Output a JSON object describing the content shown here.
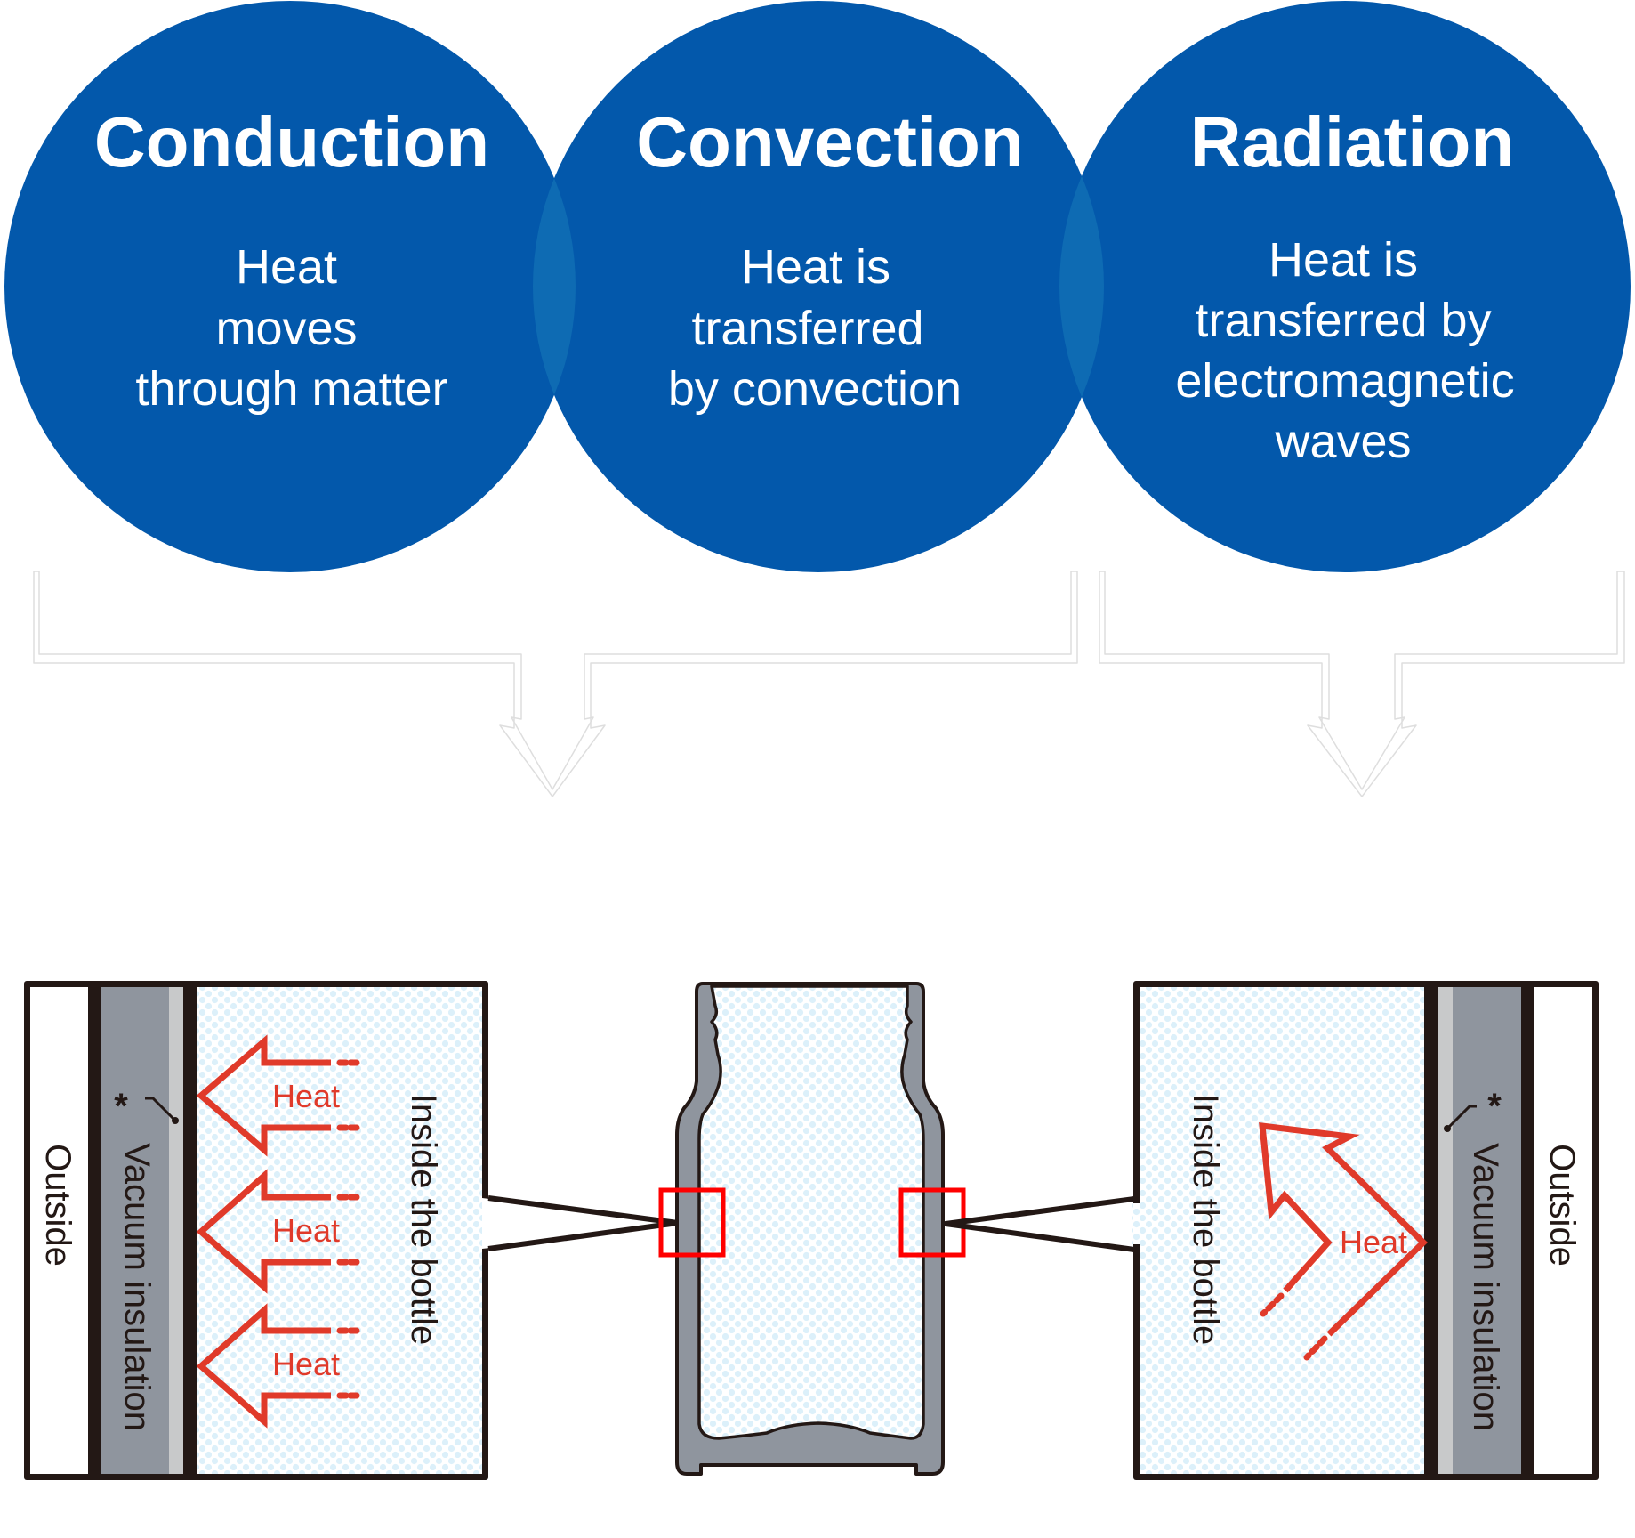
{
  "colors": {
    "circle_blue": "#0358ab",
    "circle_overlap": "#0e6bb3",
    "heat_red": "#e03a2a",
    "highlight_red": "#ff0000",
    "outline": "#231815",
    "bottle_gray": "#8f959e",
    "insulation_light": "#c8c9ca",
    "dot_blue": "#dcf0fa"
  },
  "concepts": [
    {
      "title": "Conduction",
      "lines": [
        "Heat",
        "moves",
        "through matter"
      ]
    },
    {
      "title": "Convection",
      "lines": [
        "Heat is",
        "transferred",
        "by convection"
      ]
    },
    {
      "title": "Radiation",
      "lines": [
        "Heat is",
        "transferred by",
        "electromagnetic",
        "waves"
      ]
    }
  ],
  "left_panel": {
    "outside_label": "Outside",
    "insulation_label": "Vacuum insulation",
    "asterisk": "*",
    "inside_label": "Inside the bottle",
    "heat_labels": [
      "Heat",
      "Heat",
      "Heat"
    ]
  },
  "right_panel": {
    "outside_label": "Outside",
    "insulation_label": "Vacuum insulation",
    "asterisk": "*",
    "inside_label": "Inside the bottle",
    "heat_label": "Heat"
  }
}
